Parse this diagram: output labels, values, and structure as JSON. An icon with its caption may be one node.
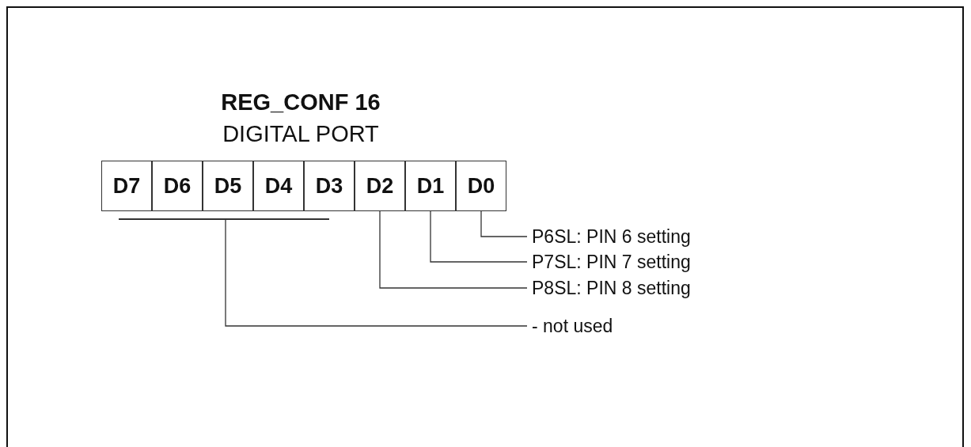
{
  "diagram": {
    "title": "REG_CONF 16",
    "nodes": [
      {
        "text": [
          "D7"
        ]
      },
      {
        "text": [
          "D6"
        ]
      },
      {
        "text": [
          "D5"
        ]
      },
      {
        "text": [
          "D4"
        ]
      },
      {
        "text": [
          "D3"
        ]
      },
      {
        "text": [
          "D2"
        ]
      },
      {
        "text": [
          "D1"
        ]
      },
      {
        "text": [
          "D0"
        ]
      },
      {
        "text": [
          "P6SL: PIN 6 setting"
        ]
      },
      {
        "text": [
          "P7SL: PIN 7 setting"
        ]
      },
      {
        "text": [
          "P8SL: PIN 8 setting"
        ]
      },
      {
        "text": [
          "- not used"
        ]
      },
      {
        "text": [],
        "shape": "bar"
      }
    ],
    "edges": [
      {
        "from": 8,
        "to": 7,
        "arrow": "none"
      },
      {
        "from": 9,
        "to": 6,
        "arrow": "none"
      },
      {
        "from": 10,
        "to": 5,
        "arrow": "none"
      },
      {
        "from": 11,
        "to": 12,
        "arrow": "none"
      }
    ],
    "labels": [
      "DIGITAL PORT"
    ]
  }
}
